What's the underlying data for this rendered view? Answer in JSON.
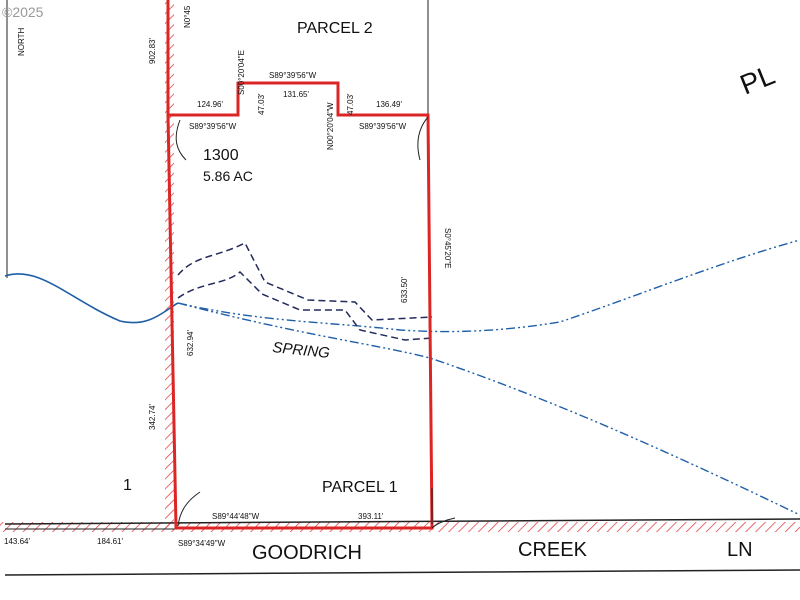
{
  "watermark": "©2025",
  "parcel": {
    "number": "1300",
    "area": "5.86 AC"
  },
  "parcel_labels": {
    "parcel2": "PARCEL 2",
    "parcel1": "PARCEL 1",
    "lot_1": "1"
  },
  "road": {
    "word1": "GOODRICH",
    "word2": "CREEK",
    "word3": "LN",
    "partial_pl": "PL"
  },
  "creek_label": "SPRING",
  "bearings": {
    "north_edge": "NORTH",
    "n0_45": "N0°45",
    "s89_39_56_w_top": "S89°39'56\"W",
    "s89_39_56_w_left": "S89°39'56\"W",
    "s89_39_56_w_right": "S89°39'56\"W",
    "s00_20_04_e": "S00°20'04\"E",
    "n00_20_04_w": "N00°20'04\"W",
    "s0_45_20_e": "S0°45'20\"E",
    "s89_44_48_w": "S89°44'48\"W",
    "s89_34_49_w": "S89°34'49\"W"
  },
  "distances": {
    "d902_83": "902.83'",
    "d124_96": "124.96'",
    "d47_03_left": "47.03'",
    "d131_65": "131.65'",
    "d47_03_right": "47.03'",
    "d136_49": "136.49'",
    "d633_50": "633.50'",
    "d632_94": "632.94'",
    "d342_74": "342.74'",
    "d393_11": "393.11'",
    "d184_61": "184.61'",
    "d143_64": "143.64'"
  },
  "colors": {
    "boundary": "#dc2626",
    "hatch": "#e0464a",
    "creek": "#1f5fa8",
    "dashed": "#232a5c",
    "linework": "#222222"
  }
}
